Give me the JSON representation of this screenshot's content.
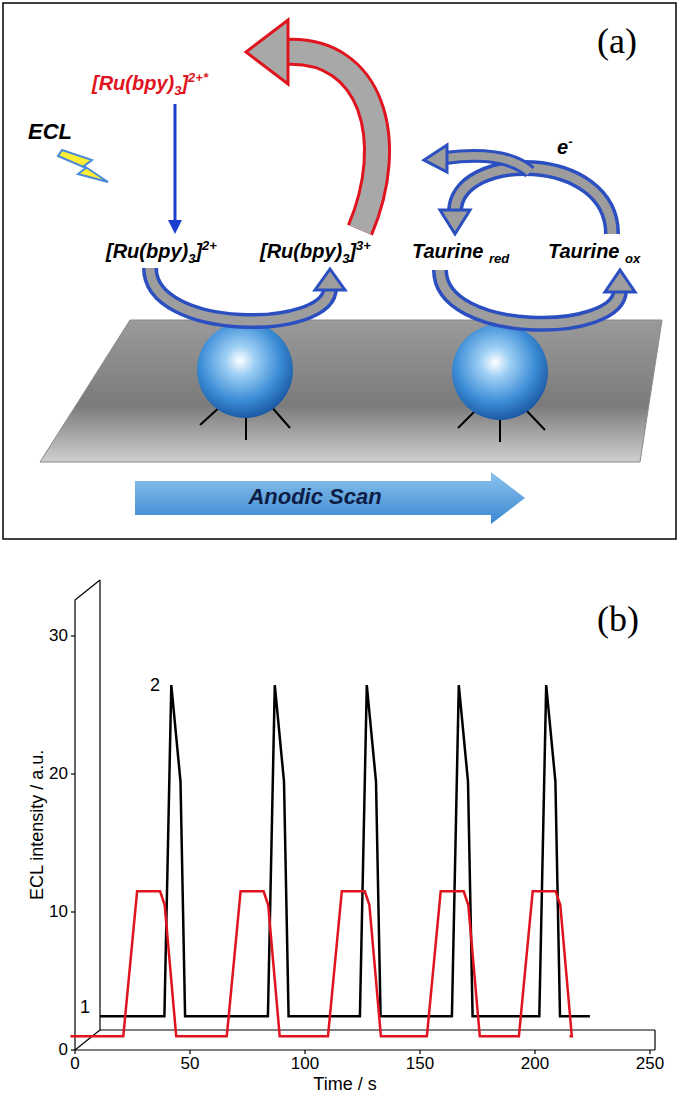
{
  "diagram": {
    "nodes": [
      {
        "text": [
          "Anodic Scan"
        ]
      }
    ],
    "labels": [
      "(a)",
      "[Ru(bpy)3]2+*",
      "ECL",
      "e-",
      "[Ru(bpy)3]2+",
      "[Ru(bpy)3]3+",
      "Taurine red",
      "Taurine ox",
      "(b)",
      "ECL intensity / a.u.",
      "0",
      "10",
      "20",
      "30",
      "0",
      "50",
      "100",
      "150",
      "200",
      "250",
      "Time / s",
      "1",
      "2"
    ]
  }
}
